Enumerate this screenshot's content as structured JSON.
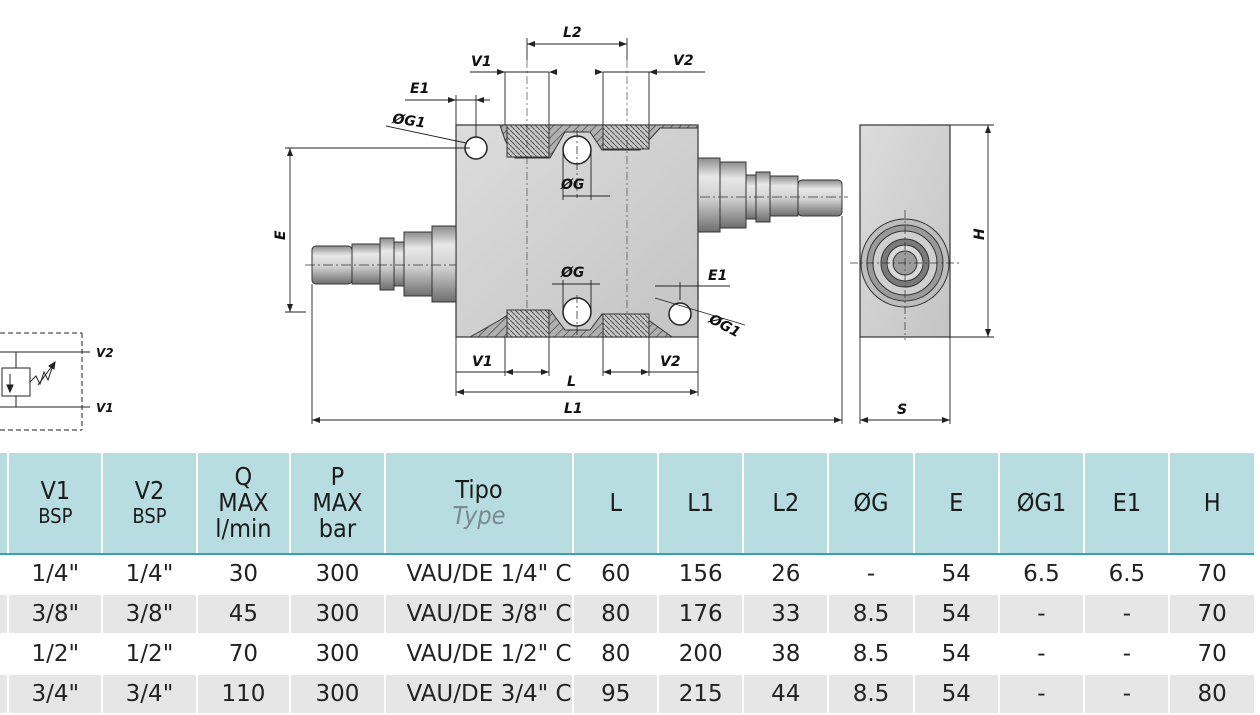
{
  "drawing": {
    "labels": {
      "l2": "L2",
      "v1_top": "V1",
      "v2_top": "V2",
      "e1_top": "E1",
      "g1_top": "ØG1",
      "g_top": "ØG",
      "e_side": "E",
      "g_bottom": "ØG",
      "e1_bottom": "E1",
      "g1_bottom": "ØG1",
      "v1_bottom": "V1",
      "v2_bottom": "V2",
      "l": "L",
      "l1": "L1",
      "h": "H",
      "s": "S",
      "schem_v2": "V2",
      "schem_v1": "V1"
    }
  },
  "table": {
    "headers": [
      {
        "line1": "",
        "line2": ""
      },
      {
        "line1": "V1",
        "line2": "BSP"
      },
      {
        "line1": "V2",
        "line2": "BSP"
      },
      {
        "line1": "Q",
        "line2": "MAX",
        "line3": "l/min"
      },
      {
        "line1": "P",
        "line2": "MAX",
        "line3": "bar"
      },
      {
        "line1": "Tipo",
        "line2": "Type"
      },
      {
        "line1": "L"
      },
      {
        "line1": "L1"
      },
      {
        "line1": "L2"
      },
      {
        "line1": "ØG"
      },
      {
        "line1": "E"
      },
      {
        "line1": "ØG1"
      },
      {
        "line1": "E1"
      },
      {
        "line1": "H"
      }
    ],
    "rows": [
      [
        "",
        "1/4\"",
        "1/4\"",
        "30",
        "300",
        "VAU/DE 1/4\" C",
        "60",
        "156",
        "26",
        "-",
        "54",
        "6.5",
        "6.5",
        "70"
      ],
      [
        "",
        "3/8\"",
        "3/8\"",
        "45",
        "300",
        "VAU/DE 3/8\" C",
        "80",
        "176",
        "33",
        "8.5",
        "54",
        "-",
        "-",
        "70"
      ],
      [
        "",
        "1/2\"",
        "1/2\"",
        "70",
        "300",
        "VAU/DE 1/2\" C",
        "80",
        "200",
        "38",
        "8.5",
        "54",
        "-",
        "-",
        "70"
      ],
      [
        "",
        "3/4\"",
        "3/4\"",
        "110",
        "300",
        "VAU/DE 3/4\" C",
        "95",
        "215",
        "44",
        "8.5",
        "54",
        "-",
        "-",
        "80"
      ]
    ]
  }
}
